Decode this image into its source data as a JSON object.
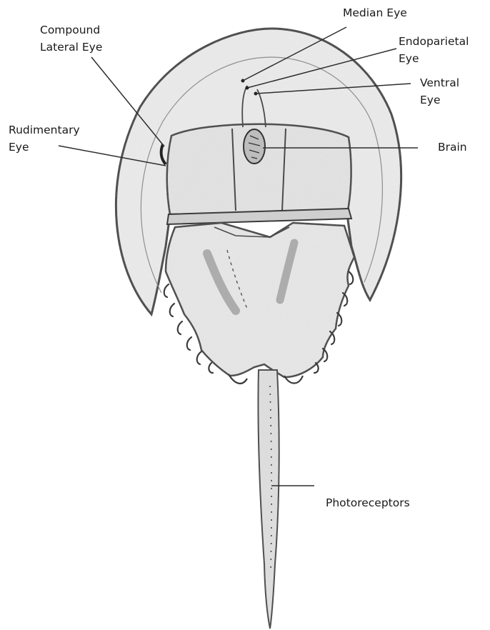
{
  "colors": {
    "ink": "#3b3b3b",
    "shell_fill": "#ececec",
    "shade": "#9a9a9a",
    "leader": "#2e2e2e",
    "background": "#ffffff"
  },
  "labels": {
    "median_eye": {
      "lines": [
        "Median Eye"
      ]
    },
    "endoparietal_eye": {
      "lines": [
        "Endoparietal",
        "Eye"
      ]
    },
    "ventral_eye": {
      "lines": [
        "Ventral",
        "Eye"
      ]
    },
    "brain": {
      "lines": [
        "Brain"
      ]
    },
    "compound_lateral_eye": {
      "lines": [
        "Compound",
        "Lateral Eye"
      ]
    },
    "rudimentary_eye": {
      "lines": [
        "Rudimentary",
        "Eye"
      ]
    },
    "photoreceptors": {
      "lines": [
        "Photoreceptors"
      ]
    }
  }
}
